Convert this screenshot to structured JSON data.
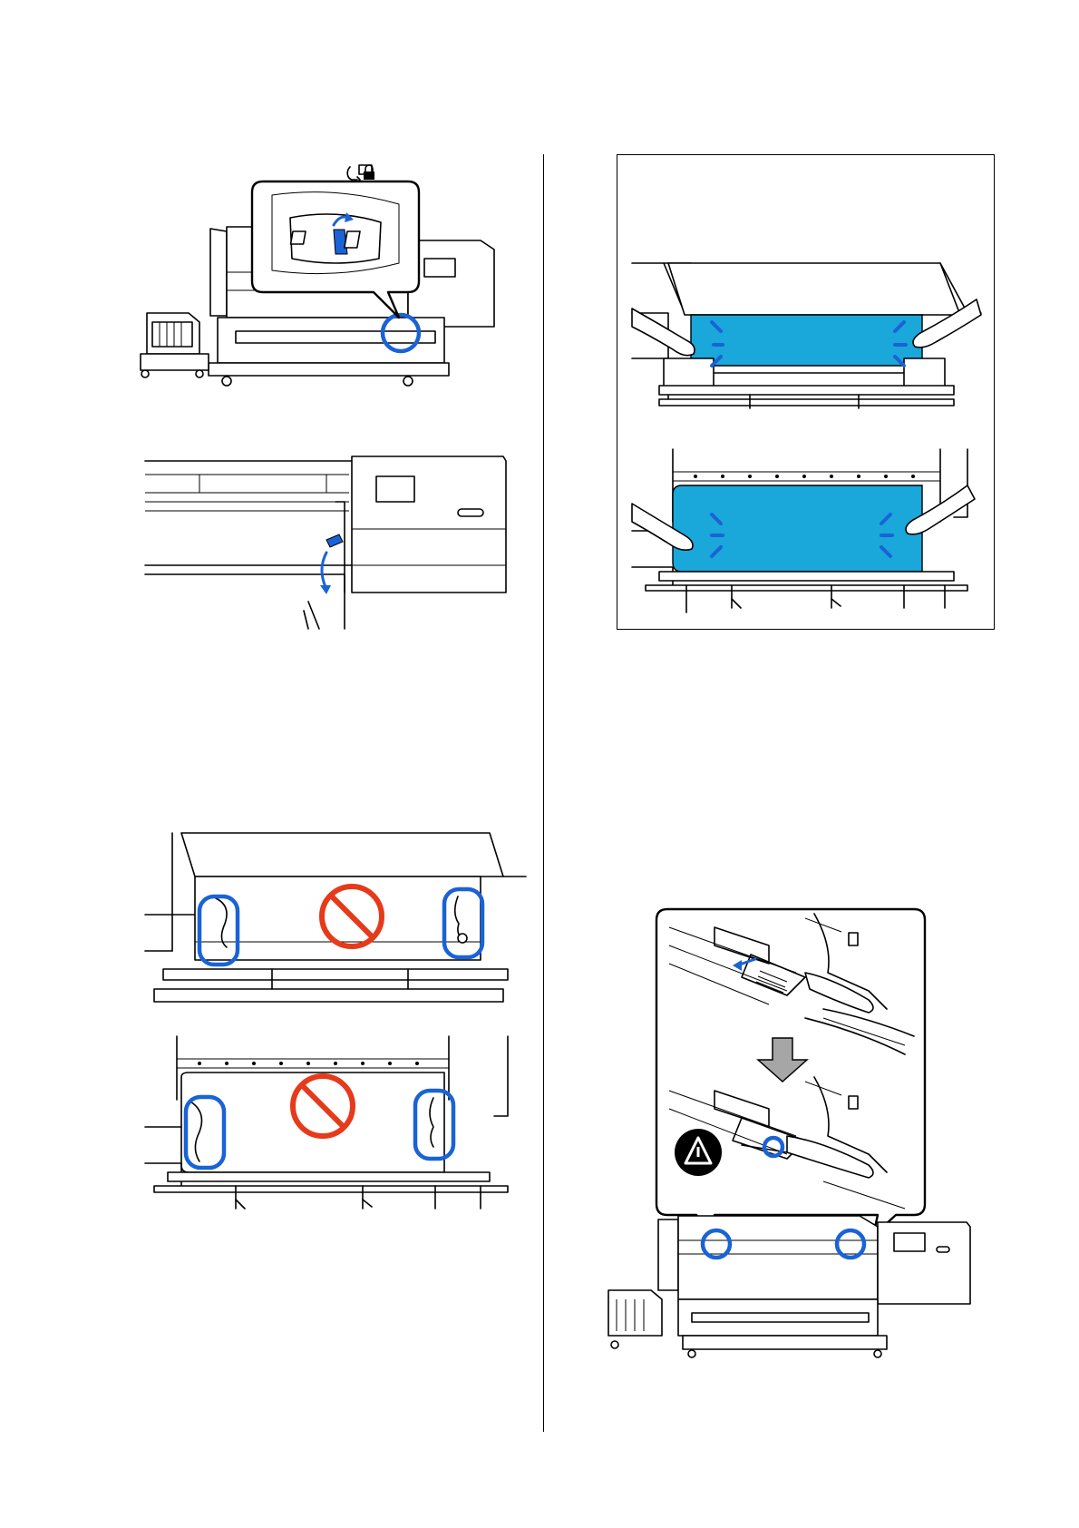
{
  "page": {
    "header_icon": "roll-lock-icon",
    "column_divider": true
  },
  "figures": [
    {
      "id": "fig-lock-lever",
      "depicts": "printer-with-callout",
      "highlight_color": "#1a63d6"
    },
    {
      "id": "fig-lower-lever",
      "depicts": "media-loading-lever",
      "highlight_color": "#1a63d6"
    },
    {
      "id": "fig-wrong-hold-front",
      "depicts": "prohibited-hand-position",
      "warning_color": "#e63a1a"
    },
    {
      "id": "fig-wrong-hold-rear",
      "depicts": "prohibited-hand-position",
      "warning_color": "#e63a1a"
    },
    {
      "id": "fig-correct-hold",
      "depicts": "hands-on-media",
      "media_color": "#1aa7d9"
    },
    {
      "id": "fig-edge-plates",
      "depicts": "media-edge-plates-callout",
      "icon": "caution-icon"
    }
  ],
  "colors": {
    "accent_blue": "#1a63d6",
    "media_cyan": "#1aa7d9",
    "prohibit_red": "#e63a1a",
    "arrow_gray": "#a6a6a6"
  }
}
